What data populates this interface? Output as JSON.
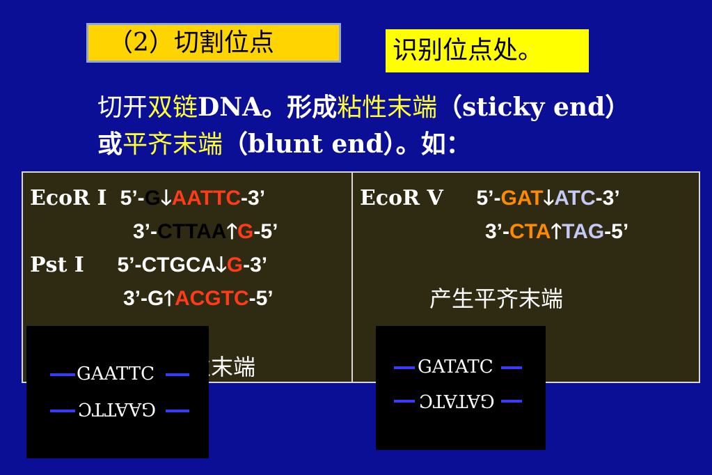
{
  "title": "（2）切割位点",
  "note": "识别位点处。",
  "para": {
    "p1": "切开",
    "h1": "双链",
    "p2": "DNA。形成",
    "h2": "粘性末端",
    "p3": "（sticky end）或",
    "h3": "平齐末端",
    "p4": "（blunt end）。如："
  },
  "left": {
    "ecori": {
      "name": "EcoR I",
      "top_pre": "5’-",
      "top_cut_left": "G",
      "top_cut_right": "AATTC",
      "top_post": "-3’",
      "bot_pre": "3’-",
      "bot_cut_left": "CTTAA",
      "bot_cut_right": "G",
      "bot_post": "-5’"
    },
    "psti": {
      "name": "Pst I",
      "top_pre": "5’-",
      "top_cut_left": "CTGCA",
      "top_cut_right": "G",
      "top_post": "-3’",
      "bot_pre": "3’-",
      "bot_cut_left": "G",
      "bot_cut_right": "ACGTC",
      "bot_post": "-5’"
    },
    "result": "性末端"
  },
  "right": {
    "ecorv": {
      "name": "EcoR V",
      "top_pre": "5’-",
      "top_cut_left": "GAT",
      "top_cut_right": "ATC",
      "top_post": "-3’",
      "bot_pre": "3’-",
      "bot_cut_left": "CTA",
      "bot_cut_right": "TAG",
      "bot_post": "-5’"
    },
    "result": "产生平齐末端"
  },
  "gel_left": {
    "top": "GAATTC",
    "bottom": "GAATTC"
  },
  "gel_right": {
    "top": "GATATC",
    "bottom": "GATATC"
  },
  "arrows": {
    "down": "🡓",
    "up": "🡑"
  },
  "colors": {
    "background": "#0b0f96",
    "highlight": "#ffff33",
    "cut_red": "#ff3b1a",
    "cut_orange": "#ff8a00",
    "cut_lavender": "#c5c9f5",
    "band": "#3a3aff"
  }
}
